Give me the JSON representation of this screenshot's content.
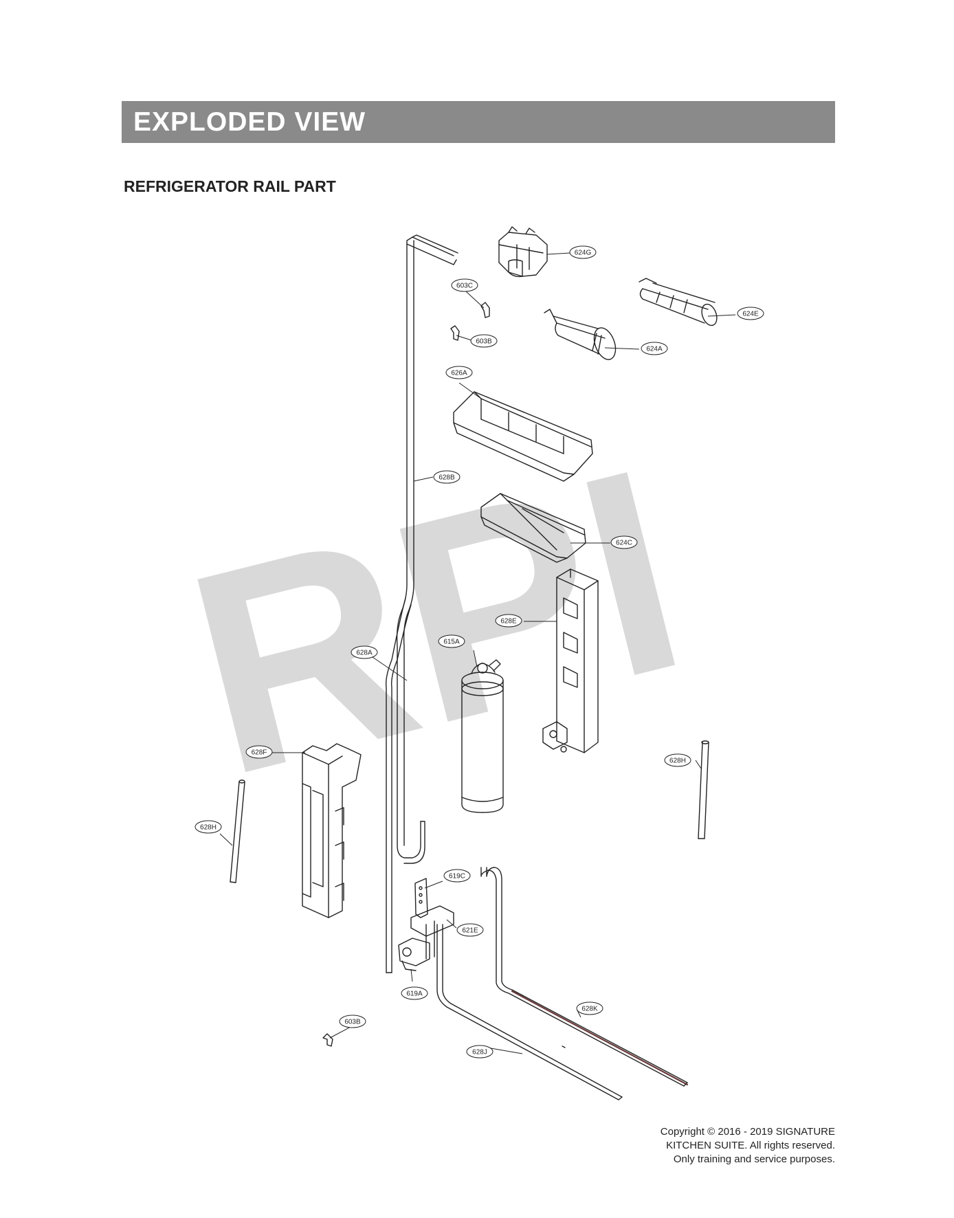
{
  "header": {
    "title": "EXPLODED VIEW"
  },
  "section": {
    "title": "REFRIGERATOR RAIL PART"
  },
  "watermark": {
    "text": "RPI",
    "color": "#d9d9d9"
  },
  "callouts": [
    {
      "id": "624G"
    },
    {
      "id": "603C"
    },
    {
      "id": "624E"
    },
    {
      "id": "603B"
    },
    {
      "id": "624A"
    },
    {
      "id": "626A"
    },
    {
      "id": "628B"
    },
    {
      "id": "624C"
    },
    {
      "id": "628E"
    },
    {
      "id": "628A"
    },
    {
      "id": "615A"
    },
    {
      "id": "628F"
    },
    {
      "id": "628H"
    },
    {
      "id": "628H"
    },
    {
      "id": "619C"
    },
    {
      "id": "621E"
    },
    {
      "id": "619A"
    },
    {
      "id": "628K"
    },
    {
      "id": "603B"
    },
    {
      "id": "628J"
    }
  ],
  "copyright": {
    "line1": "Copyright © 2016 - 2019 SIGNATURE",
    "line2": "KITCHEN SUITE. All rights reserved.",
    "line3": "Only training and service purposes."
  },
  "colors": {
    "banner": "#8a8a8a",
    "line": "#222222"
  }
}
